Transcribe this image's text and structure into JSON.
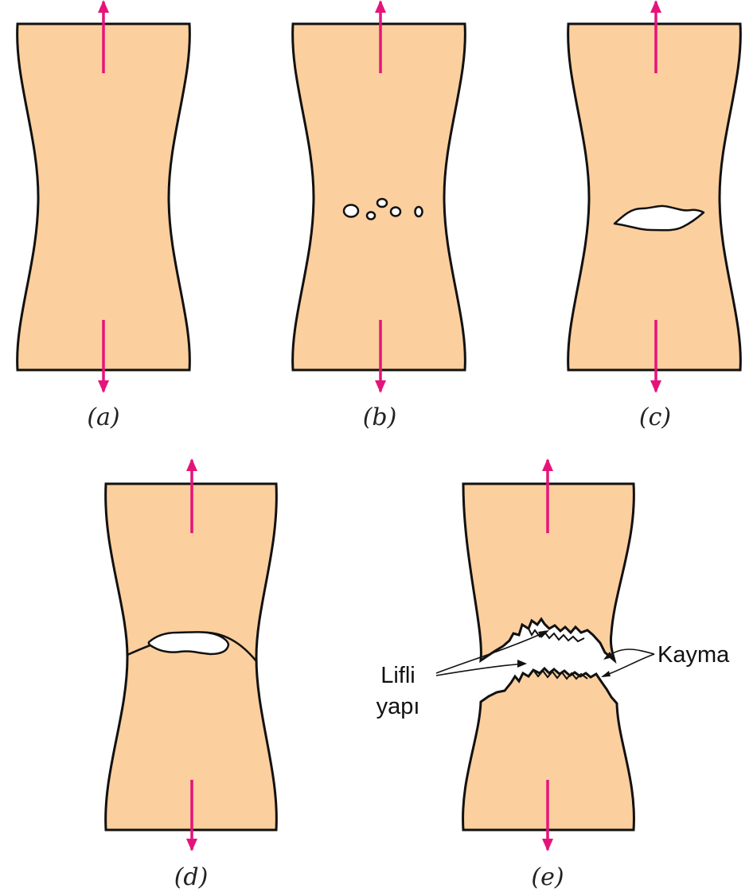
{
  "colors": {
    "specimen_fill": "#FCCF9E",
    "outline": "#111111",
    "force_arrow": "#E5147A",
    "void_fill": "#FFFFFF"
  },
  "panels": [
    {
      "id": "a",
      "label": "(a)",
      "stage": "necking"
    },
    {
      "id": "b",
      "label": "(b)",
      "stage": "microvoid-formation"
    },
    {
      "id": "c",
      "label": "(c)",
      "stage": "void-coalescence-crack"
    },
    {
      "id": "d",
      "label": "(d)",
      "stage": "crack-propagation"
    },
    {
      "id": "e",
      "label": "(e)",
      "stage": "final-shear-fracture"
    }
  ],
  "annotations": {
    "fibrous_line1": "Lifli",
    "fibrous_line2": "yapı",
    "shear": "Kayma"
  },
  "icons": {
    "force": "double-headed tensile force arrow"
  }
}
